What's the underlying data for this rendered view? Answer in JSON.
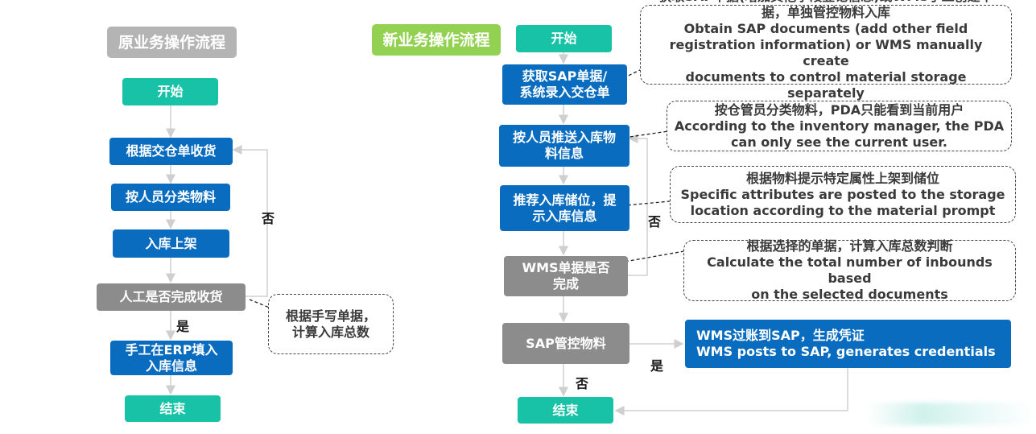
{
  "old_flow": {
    "title": "原业务操作流程",
    "start": "开始",
    "receive": "根据交仓单收货",
    "classify": "按人员分类物料",
    "shelve": "入库上架",
    "check": "人工是否完成收货",
    "erp_fill": "手工在ERP填入\n入库信息",
    "end": "结束",
    "no_label": "否",
    "yes_label": "是",
    "callout": "根据手写单据，\n计算入库总数"
  },
  "new_flow": {
    "title": "新业务操作流程",
    "start": "开始",
    "get_sap": "获取SAP单据/\n系统录入交仓单",
    "push": "按人员推送入库物\n料信息",
    "recommend": "推荐入库储位，提\n示入库信息",
    "wms_check": "WMS单据是否\n完成",
    "sap_control": "SAP管控物料",
    "end": "结束",
    "no_label_1": "否",
    "yes_label": "是",
    "no_label_2": "否",
    "callout_1_cn": "获取SAP单据(增加其他字段登记信息)或WMS手工创建单\n据，单独管控物料入库",
    "callout_1_en": "Obtain SAP documents (add other field\nregistration information) or WMS manually create\ndocuments to control material storage separately",
    "callout_2_cn": "按仓管员分类物料，PDA只能看到当前用户",
    "callout_2_en": "According to the inventory manager, the PDA\ncan only see the current user.",
    "callout_3_cn": "根据物料提示特定属性上架到储位",
    "callout_3_en": "Specific attributes are posted to the storage\nlocation according to the material prompt",
    "callout_4_cn": "根据选择的单据，计算入库总数判断",
    "callout_4_en": "Calculate the total number of inbounds based\non the selected documents",
    "wms_post_cn": "WMS过账到SAP，生成凭证",
    "wms_post_en": "WMS posts to SAP, generates credentials"
  },
  "colors": {
    "teal": "#17c2a6",
    "blue": "#0a6cbf",
    "gray": "#8c8c8c",
    "green": "#93d152",
    "connector": "#cfcfcf"
  }
}
